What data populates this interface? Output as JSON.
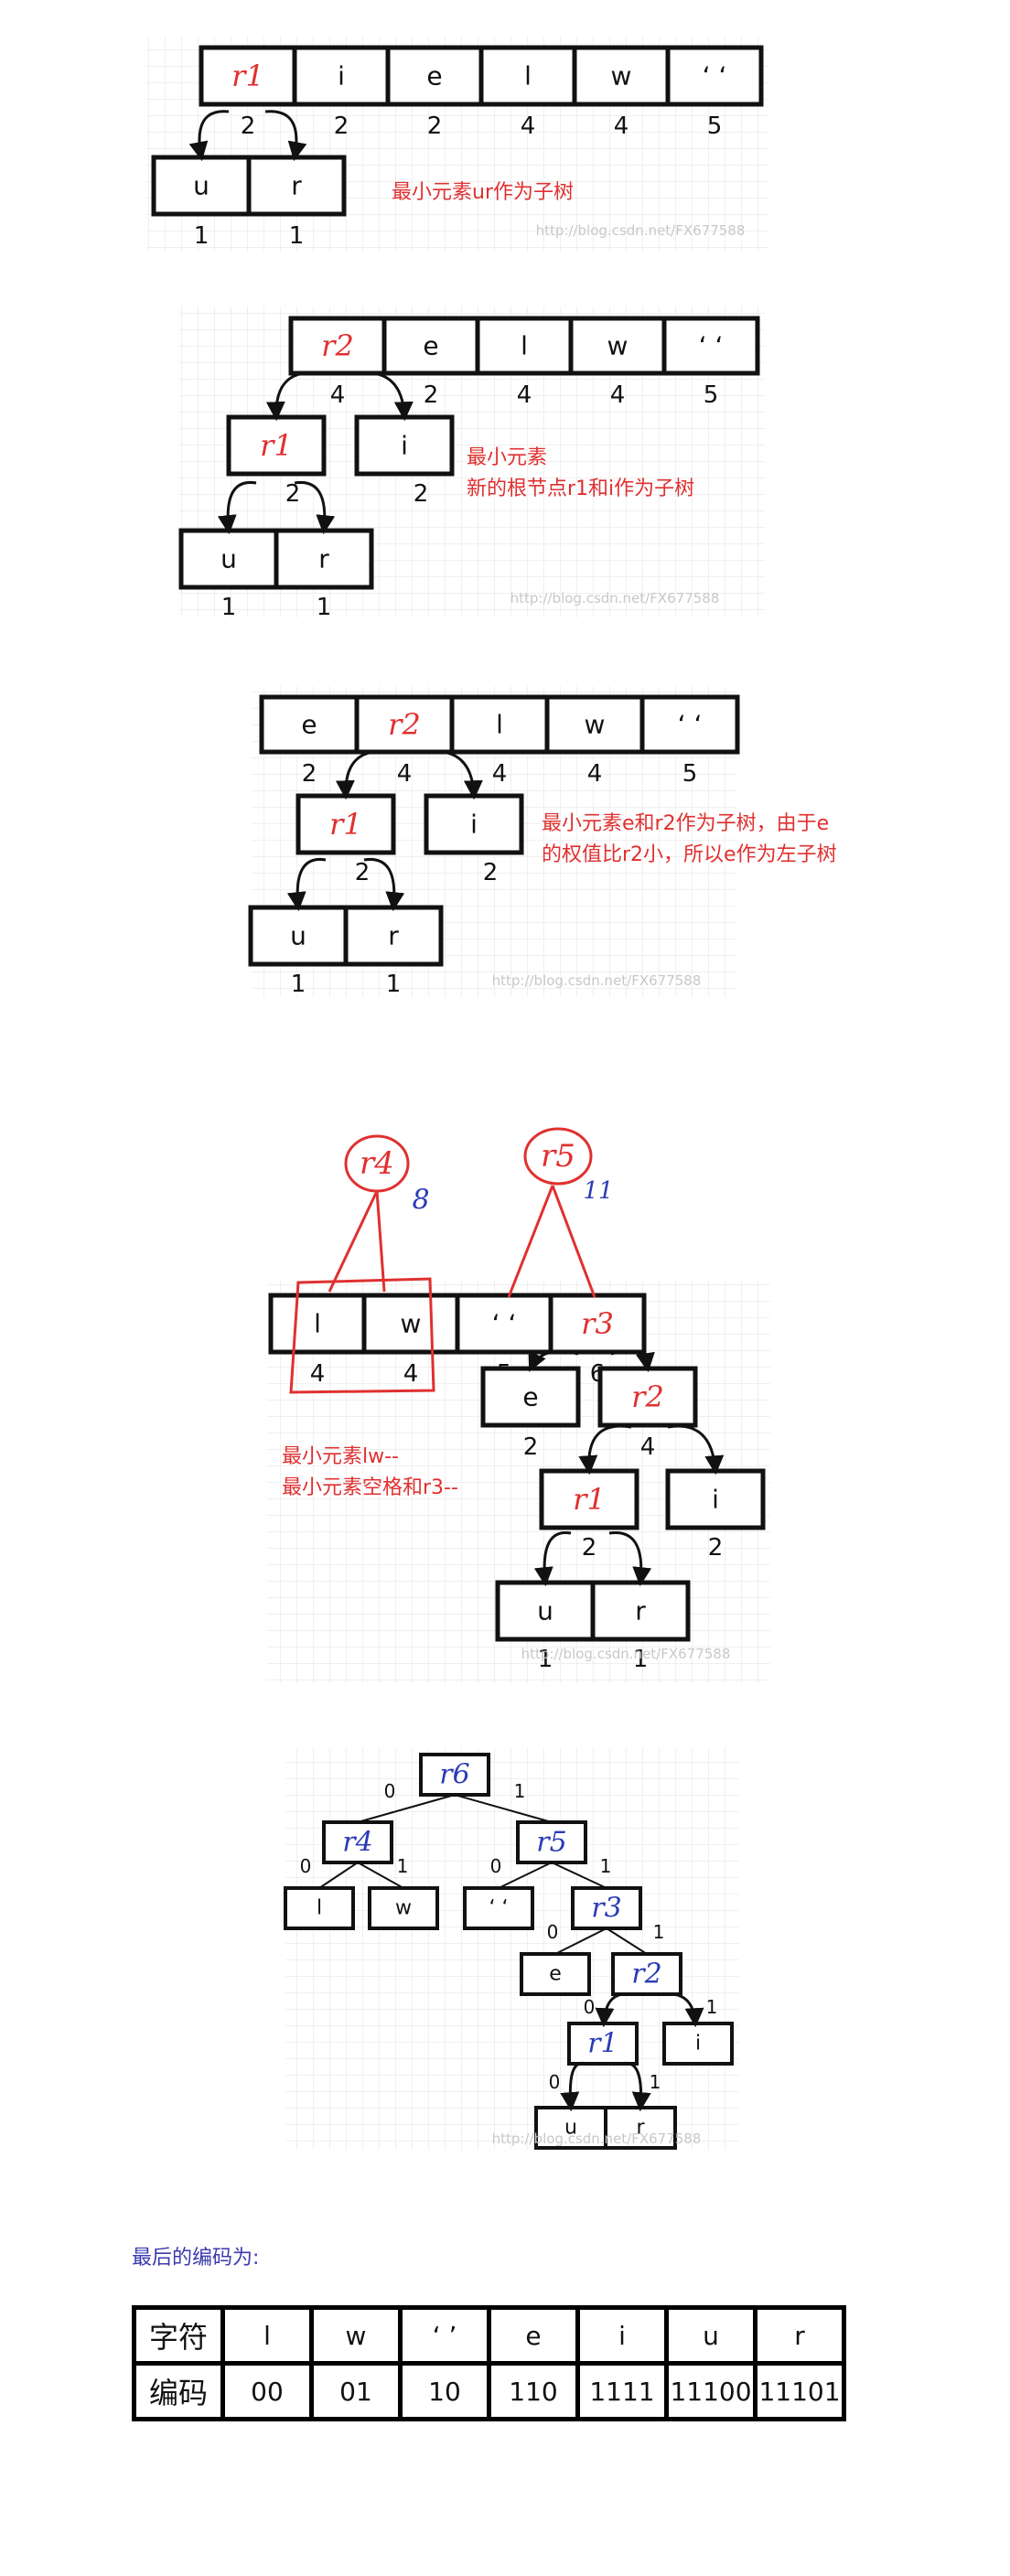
{
  "steps": [
    {
      "id": "step1",
      "array": [
        "r1",
        "i",
        "e",
        "l",
        "w",
        "‘ ‘"
      ],
      "weights": [
        "2",
        "2",
        "2",
        "4",
        "4",
        "5"
      ],
      "subtree": {
        "nodes": [
          "u",
          "r"
        ],
        "weights": [
          "1",
          "1"
        ]
      },
      "caption": [
        "最小元素ur作为子树"
      ]
    },
    {
      "id": "step2",
      "array": [
        "r2",
        "e",
        "l",
        "w",
        "‘ ‘"
      ],
      "weights": [
        "4",
        "2",
        "4",
        "4",
        "5"
      ],
      "left": "r1",
      "right": "i",
      "left_weights": [
        "2",
        "2"
      ],
      "leaves": [
        "u",
        "r"
      ],
      "leaf_weights": [
        "1",
        "1"
      ],
      "caption": [
        "最小元素",
        "新的根节点r1和i作为子树"
      ]
    },
    {
      "id": "step3",
      "array": [
        "e",
        "r2",
        "l",
        "w",
        "‘ ‘"
      ],
      "weights": [
        "2",
        "4",
        "4",
        "4",
        "5"
      ],
      "left": "r1",
      "right": "i",
      "mid_weights": [
        "2",
        "2"
      ],
      "leaves": [
        "u",
        "r"
      ],
      "leaf_weights": [
        "1",
        "1"
      ],
      "caption": [
        "最小元素e和r2作为子树，由于e",
        "的权值比r2小，所以e作为左子树"
      ]
    },
    {
      "id": "step4",
      "array": [
        "l",
        "w",
        "‘ ‘",
        "r3"
      ],
      "weights": [
        "4",
        "4",
        "5",
        "6"
      ],
      "annot": {
        "r4": "r4",
        "r4_w": "8",
        "r5": "r5",
        "r5_w": "11"
      },
      "nodes": {
        "e": "e",
        "e_w": "2",
        "r2": "r2",
        "r2_w": "4",
        "r1": "r1",
        "r1_w": "2",
        "i": "i",
        "i_w": "2",
        "u": "u",
        "r": "r",
        "u_w": "1",
        "r_w": "1"
      },
      "caption": [
        "最小元素lw--",
        "最小元素空格和r3--"
      ]
    },
    {
      "id": "step5",
      "nodes": {
        "r6": "r6",
        "r4": "r4",
        "r5": "r5",
        "l": "l",
        "w": "w",
        "sp": "‘ ‘",
        "r3": "r3",
        "e": "e",
        "r2": "r2",
        "r1": "r1",
        "i": "i",
        "u": "u",
        "r": "r"
      },
      "bits": {
        "zero": "0",
        "one": "1"
      }
    }
  ],
  "watermark": "http://blog.csdn.net/FX677588",
  "final_title": "最后的编码为:",
  "code_table": {
    "header": [
      "字符",
      "l",
      "w",
      "‘ ’",
      "e",
      "i",
      "u",
      "r"
    ],
    "row": [
      "编码",
      "00",
      "01",
      "10",
      "110",
      "1111",
      "11100",
      "11101"
    ]
  },
  "colors": {
    "red": "#e03030",
    "blue": "#2b3bb5",
    "black": "#111111",
    "grid": "#dcdcdc"
  }
}
